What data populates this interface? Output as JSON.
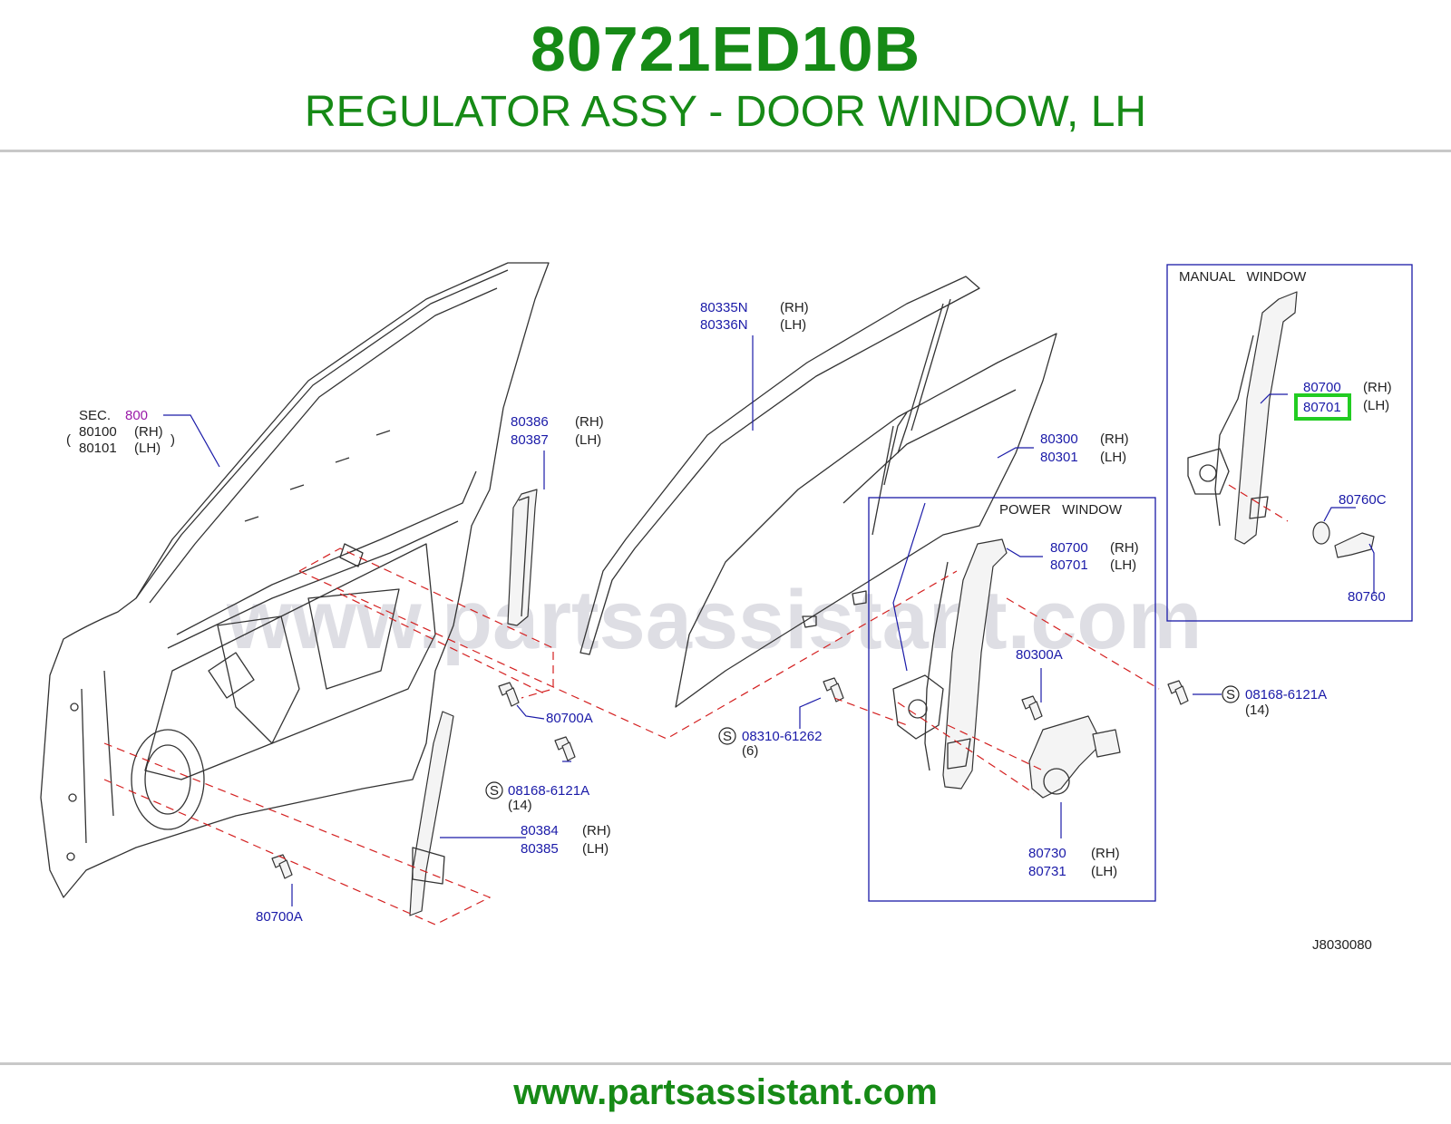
{
  "header": {
    "part_number": "80721ED10B",
    "part_name": "REGULATOR ASSY - DOOR WINDOW, LH"
  },
  "footer": {
    "url": "www.partsassistant.com"
  },
  "watermark": "www.partsassistant.com",
  "diagram_code": "J8030080",
  "colors": {
    "brand_green": "#168a16",
    "label_blue": "#1a1aa8",
    "highlight_green": "#22cc22",
    "leader_red": "#d42020"
  },
  "boxes": {
    "manual_window": "MANUAL   WINDOW",
    "power_window": "POWER   WINDOW"
  },
  "labels": {
    "sec_prefix": "SEC.",
    "sec_number": "800",
    "door_rh": "80100",
    "door_lh": "80101",
    "rh": "(RH)",
    "lh": "(LH)",
    "sash_rh": "80335N",
    "sash_lh": "80336N",
    "guide_rear_rh": "80386",
    "guide_rear_lh": "80387",
    "glass_rh": "80300",
    "glass_lh": "80301",
    "manual_reg_rh": "80700",
    "manual_reg_lh": "80701",
    "handle_cup": "80760C",
    "handle": "80760",
    "power_reg_rh": "80700",
    "power_reg_lh": "80701",
    "glass_bolt": "80300A",
    "bolt_a1": "80700A",
    "bolt_a2": "80700A",
    "bolt_s1_code": "08168-6121A",
    "bolt_s1_qty": "(14)",
    "bolt_s2_code": "08310-61262",
    "bolt_s2_qty": "(6)",
    "bolt_s3_code": "08168-6121A",
    "bolt_s3_qty": "(14)",
    "s_symbol": "S",
    "guide_front_rh": "80384",
    "guide_front_lh": "80385",
    "motor_rh": "80730",
    "motor_lh": "80731"
  }
}
